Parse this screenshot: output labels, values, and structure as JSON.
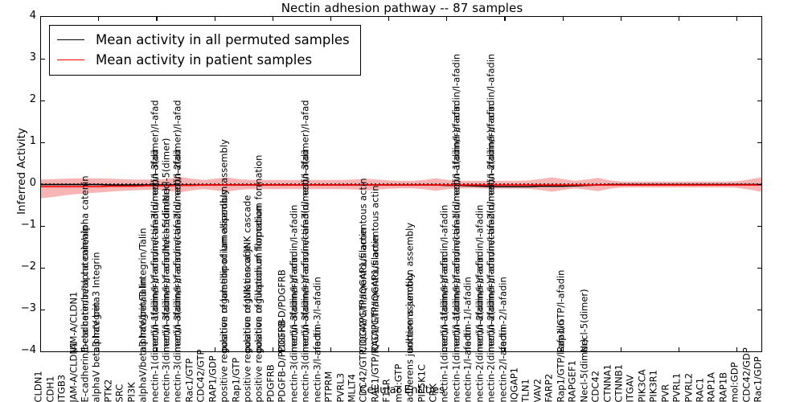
{
  "chart_data": {
    "type": "line",
    "title": "Nectin adhesion pathway -- 87 samples",
    "xlabel": "Cellular Entities",
    "ylabel": "Inferred Activity",
    "ylim": [
      -4,
      4
    ],
    "yticks": [
      -4,
      -3,
      -2,
      -1,
      0,
      1,
      2,
      3,
      4
    ],
    "grid": false,
    "legend_position": "upper left",
    "n_samples": 87,
    "zero_reference_line": true,
    "categories": [
      "CLDN1",
      "CDH1",
      "ITGB3",
      "JAM-A/CLDN1",
      "E-cadherin/beta catenin/alpha catenin",
      "alphaV beta3 Integrin",
      "PTK2",
      "SRC",
      "PI3K",
      "alphaV/beta3 Integrin/Talin",
      "nectin-1(dimer)/l-afadin/l-afadin/nectin-3(dimer)/l-afad",
      "nectin-3(dimer)/l-afadin/l-afadin/Necl-5(dimer)",
      "nectin-3(dimer)/l-afadin/l-afadin/nectin-2(dimer)/l-afad",
      "Rac1/GTP",
      "CDC42/GTP",
      "RAP1/GDP",
      "positive regulation of lamellipodium assembly",
      "Rap1/GTP",
      "positive regulation of JNK cascade",
      "positive regulation of filopodium formation",
      "PDGFRB",
      "PDGFB-D/PDGFRB",
      "nectin-3(dimer)/l-afadin/l-afadin",
      "nectin-3(dimer)/l-afadin/l-afadin/nectin-3(dimer)/l-afad",
      "nectin-3/l-afadin",
      "PTPRM",
      "PVRL3",
      "MLLT4",
      "CDC42/GTP/IQGAP1/filamentous actin",
      "RAC1/GTP/IQGAP1/filamentous actin",
      "F11R",
      "mol:GTP",
      "adherens junction assembly",
      "PIP5K1C",
      "CRK",
      "nectin-1(dimer)/l-afadin/l-afadin",
      "nectin-1(dimer)/l-afadin/l-afadin/nectin-1(dimer)/l-afadin/l-afadin",
      "nectin-1/l-afadin",
      "nectin-2(dimer)/l-afadin/l-afadin",
      "nectin-2(dimer)/l-afadin/l-afadin/nectin-2(dimer)/l-afadin/l-afadin",
      "nectin-2/l-afadin",
      "IQGAP1",
      "TLN1",
      "VAV2",
      "FARP2",
      "Rap1/GTP/l-afadin",
      "RAPGEF1",
      "Necl-5(dimer)",
      "CDC42",
      "CTNNA1",
      "CTNNB1",
      "ITGAV",
      "PIK3CA",
      "PIK3R1",
      "PVR",
      "PVRL1",
      "PVRL2",
      "RAC1",
      "RAP1A",
      "RAP1B",
      "mol:GDP",
      "CDC42/GDP",
      "Rac1/GDP"
    ],
    "series": [
      {
        "name": "Mean activity in all permuted samples",
        "color": "#000000",
        "band_color": "#d9d9d9",
        "values": [
          -0.01,
          -0.01,
          -0.01,
          -0.01,
          -0.01,
          -0.01,
          -0.02,
          -0.02,
          -0.02,
          -0.02,
          -0.02,
          -0.02,
          -0.02,
          -0.02,
          -0.02,
          -0.02,
          -0.02,
          -0.02,
          -0.02,
          -0.02,
          -0.02,
          -0.02,
          -0.02,
          -0.02,
          -0.02,
          -0.02,
          -0.02,
          -0.02,
          -0.02,
          -0.02,
          -0.02,
          -0.02,
          -0.02,
          -0.02,
          -0.02,
          -0.03,
          -0.03,
          -0.04,
          -0.05,
          -0.06,
          -0.06,
          -0.06,
          -0.06,
          -0.05,
          -0.05,
          -0.05,
          -0.04,
          -0.03,
          -0.02,
          -0.01,
          -0.01,
          -0.01,
          -0.01,
          -0.01,
          -0.01,
          -0.01,
          -0.01,
          -0.01,
          -0.01,
          -0.01,
          -0.01,
          -0.01,
          -0.01,
          -0.01,
          -0.01
        ],
        "band_lower": [
          -0.1,
          -0.11,
          -0.12,
          -0.12,
          -0.12,
          -0.11,
          -0.1,
          -0.1,
          -0.09,
          -0.09,
          -0.09,
          -0.09,
          -0.09,
          -0.09,
          -0.09,
          -0.09,
          -0.09,
          -0.09,
          -0.09,
          -0.09,
          -0.09,
          -0.09,
          -0.09,
          -0.09,
          -0.09,
          -0.09,
          -0.09,
          -0.09,
          -0.09,
          -0.09,
          -0.09,
          -0.09,
          -0.09,
          -0.09,
          -0.09,
          -0.09,
          -0.09,
          -0.1,
          -0.11,
          -0.12,
          -0.12,
          -0.12,
          -0.12,
          -0.11,
          -0.11,
          -0.11,
          -0.1,
          -0.09,
          -0.08,
          -0.07,
          -0.07,
          -0.07,
          -0.07,
          -0.07,
          -0.07,
          -0.07,
          -0.07,
          -0.07,
          -0.07,
          -0.07,
          -0.07,
          -0.07,
          -0.08,
          -0.09,
          -0.09
        ],
        "band_upper": [
          0.07,
          0.08,
          0.09,
          0.09,
          0.08,
          0.08,
          0.07,
          0.06,
          0.06,
          0.06,
          0.06,
          0.06,
          0.06,
          0.06,
          0.06,
          0.06,
          0.06,
          0.06,
          0.06,
          0.06,
          0.06,
          0.06,
          0.06,
          0.06,
          0.06,
          0.06,
          0.06,
          0.06,
          0.06,
          0.06,
          0.06,
          0.06,
          0.06,
          0.06,
          0.06,
          0.05,
          0.05,
          0.04,
          0.03,
          0.02,
          0.02,
          0.02,
          0.02,
          0.03,
          0.03,
          0.03,
          0.04,
          0.05,
          0.05,
          0.05,
          0.05,
          0.05,
          0.05,
          0.05,
          0.05,
          0.05,
          0.05,
          0.05,
          0.05,
          0.05,
          0.05,
          0.05,
          0.05,
          0.06,
          0.06
        ]
      },
      {
        "name": "Mean activity in patient samples",
        "color": "#ff0000",
        "band_color": "#f7a8a8",
        "values": [
          -0.06,
          -0.06,
          -0.06,
          -0.06,
          -0.06,
          -0.06,
          -0.05,
          -0.05,
          -0.05,
          -0.04,
          -0.04,
          -0.04,
          -0.03,
          -0.03,
          -0.02,
          -0.02,
          -0.02,
          -0.02,
          -0.02,
          -0.02,
          -0.02,
          -0.02,
          -0.02,
          -0.02,
          -0.02,
          -0.02,
          -0.02,
          -0.02,
          -0.02,
          -0.02,
          -0.02,
          -0.02,
          -0.02,
          -0.02,
          -0.02,
          -0.02,
          -0.02,
          -0.02,
          -0.02,
          -0.02,
          -0.02,
          -0.02,
          -0.02,
          -0.02,
          -0.02,
          -0.02,
          -0.02,
          -0.02,
          -0.02,
          -0.02,
          -0.02,
          -0.02,
          -0.02,
          -0.02,
          -0.02,
          -0.02,
          -0.02,
          -0.02,
          -0.02,
          -0.02,
          -0.02,
          -0.02,
          -0.02,
          -0.02,
          -0.02
        ],
        "band_lower": [
          -0.34,
          -0.31,
          -0.27,
          -0.24,
          -0.22,
          -0.2,
          -0.18,
          -0.16,
          -0.15,
          -0.14,
          -0.13,
          -0.16,
          -0.2,
          -0.15,
          -0.12,
          -0.15,
          -0.18,
          -0.14,
          -0.12,
          -0.12,
          -0.12,
          -0.12,
          -0.12,
          -0.12,
          -0.12,
          -0.12,
          -0.12,
          -0.13,
          -0.15,
          -0.13,
          -0.11,
          -0.1,
          -0.1,
          -0.12,
          -0.16,
          -0.12,
          -0.1,
          -0.1,
          -0.1,
          -0.1,
          -0.1,
          -0.1,
          -0.11,
          -0.14,
          -0.18,
          -0.14,
          -0.1,
          -0.13,
          -0.17,
          -0.11,
          -0.08,
          -0.08,
          -0.08,
          -0.08,
          -0.08,
          -0.08,
          -0.08,
          -0.08,
          -0.08,
          -0.08,
          -0.09,
          -0.13,
          -0.18,
          -0.19,
          -0.19
        ],
        "band_upper": [
          0.11,
          0.12,
          0.13,
          0.14,
          0.14,
          0.14,
          0.13,
          0.12,
          0.11,
          0.11,
          0.1,
          0.13,
          0.17,
          0.13,
          0.1,
          0.13,
          0.16,
          0.12,
          0.1,
          0.1,
          0.1,
          0.1,
          0.1,
          0.1,
          0.1,
          0.1,
          0.1,
          0.11,
          0.13,
          0.11,
          0.09,
          0.08,
          0.08,
          0.1,
          0.14,
          0.1,
          0.08,
          0.08,
          0.08,
          0.08,
          0.08,
          0.08,
          0.09,
          0.12,
          0.16,
          0.12,
          0.08,
          0.11,
          0.15,
          0.09,
          0.06,
          0.06,
          0.06,
          0.06,
          0.06,
          0.06,
          0.06,
          0.06,
          0.06,
          0.06,
          0.07,
          0.11,
          0.16,
          0.17,
          0.17
        ]
      }
    ]
  },
  "legend": {
    "entries": [
      {
        "label": "Mean activity in all permuted samples",
        "color": "#000000"
      },
      {
        "label": "Mean activity in patient samples",
        "color": "#ff0000"
      }
    ]
  }
}
